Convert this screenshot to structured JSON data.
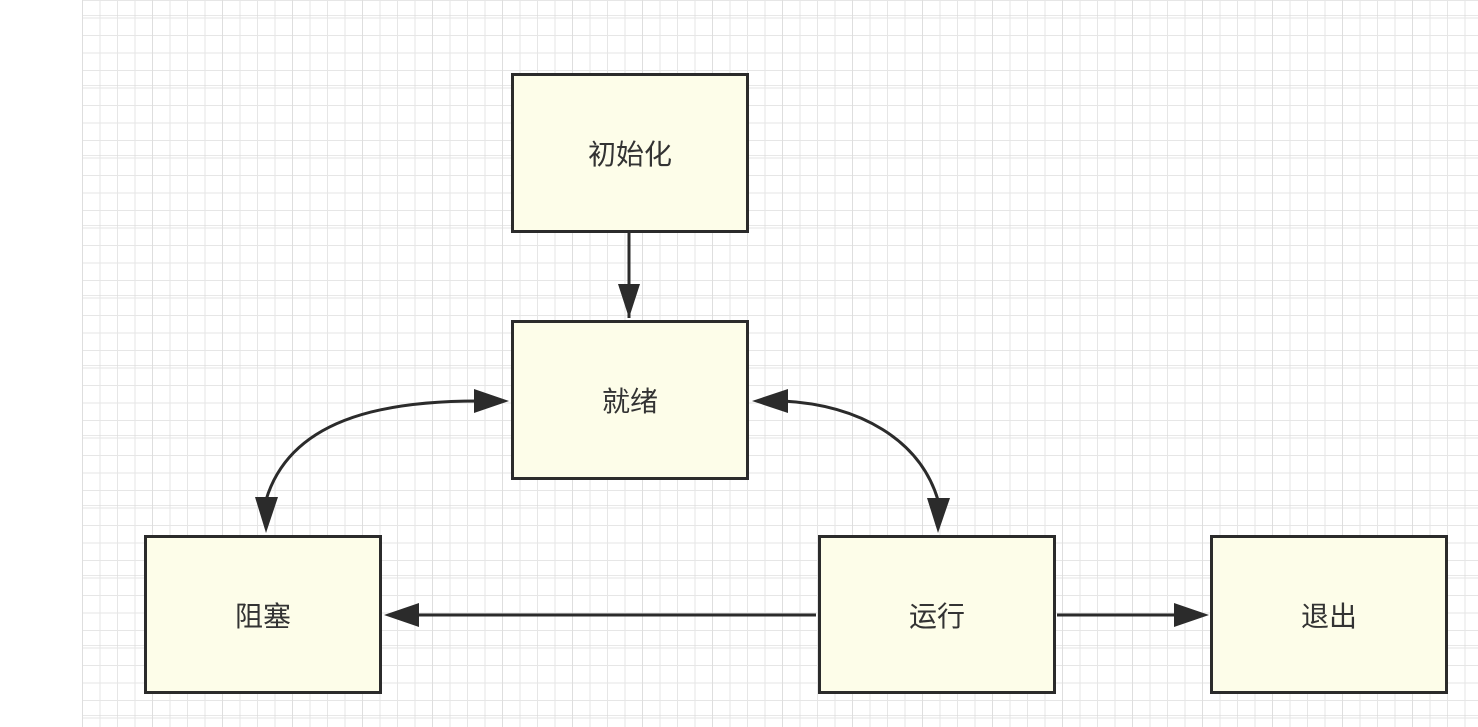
{
  "diagram": {
    "nodes": {
      "init": "初始化",
      "ready": "就绪",
      "blocked": "阻塞",
      "running": "运行",
      "exit": "退出"
    },
    "edges": [
      {
        "from": "init",
        "to": "ready",
        "direction": "one-way"
      },
      {
        "from": "ready",
        "to": "blocked",
        "direction": "two-way"
      },
      {
        "from": "ready",
        "to": "running",
        "direction": "two-way"
      },
      {
        "from": "running",
        "to": "blocked",
        "direction": "one-way"
      },
      {
        "from": "running",
        "to": "exit",
        "direction": "one-way"
      }
    ],
    "colors": {
      "node_fill": "#fdfde9",
      "stroke": "#2b2b2b",
      "grid": "#e6e6e6"
    }
  }
}
